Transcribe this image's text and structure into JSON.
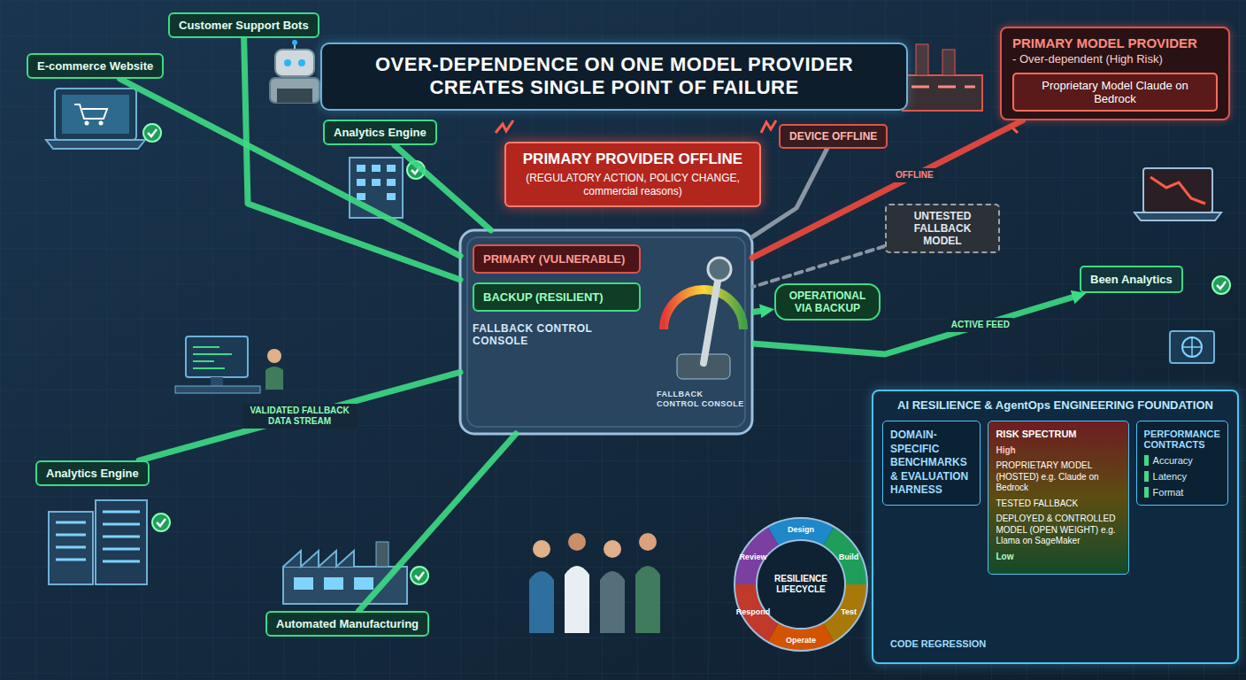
{
  "diagram": {
    "title": "OVER-DEPENDENCE ON ONE MODEL PROVIDER CREATES SINGLE POINT OF FAILURE",
    "nodes": [
      {
        "text": [
          "E-commerce Website"
        ]
      },
      {
        "text": [
          "Customer Support Bots"
        ]
      },
      {
        "text": [
          "Analytics Engine"
        ]
      },
      {
        "text": [
          "Analytics Engine"
        ]
      },
      {
        "text": [
          "Automated Manufacturing"
        ]
      },
      {
        "text": [
          "PRIMARY PROVIDER OFFLINE",
          "(REGULATORY ACTION, POLICY CHANGE, commercial reasons)"
        ]
      },
      {
        "text": [
          "FALLBACK CONTROL CONSOLE"
        ]
      },
      {
        "text": [
          "PRIMARY (VULNERABLE)"
        ],
        "in": 6
      },
      {
        "text": [
          "BACKUP (RESILIENT)"
        ],
        "in": 6
      },
      {
        "text": [
          "DEVICE OFFLINE"
        ]
      },
      {
        "text": [
          "PRIMARY MODEL PROVIDER",
          "- Over-dependent (High Risk)"
        ]
      },
      {
        "text": [
          "Proprietary Model Claude on Bedrock"
        ],
        "in": 10
      },
      {
        "text": [
          "UNTESTED FALLBACK MODEL"
        ]
      },
      {
        "text": [
          "OPERATIONAL VIA BACKUP"
        ]
      },
      {
        "text": [
          "Been Analytics"
        ]
      },
      {
        "text": [
          "AI RESILIENCE & AgentOps ENGINEERING FOUNDATION"
        ]
      },
      {
        "text": [
          "DOMAIN-SPECIFIC BENCHMARKS & EVALUATION HARNESS"
        ],
        "in": 15
      },
      {
        "text": [
          "RISK SPECTRUM",
          "High",
          "PROPRIETARY MODEL (HOSTED) e.g. Claude on Bedrock",
          "TESTED FALLBACK",
          "DEPLOYED & CONTROLLED MODEL (OPEN WEIGHT) e.g. Llama on SageMaker",
          "Low"
        ],
        "in": 15
      },
      {
        "text": [
          "PERFORMANCE CONTRACTS",
          "Accuracy",
          "Latency",
          "Format"
        ],
        "in": 15
      },
      {
        "text": [
          "RESILIENCE LIFECYCLE"
        ]
      }
    ],
    "edges": [
      {
        "from": 0,
        "to": 6,
        "arrow": "none"
      },
      {
        "from": 1,
        "to": 6,
        "arrow": "none"
      },
      {
        "from": 2,
        "to": 6,
        "arrow": "none"
      },
      {
        "from": 3,
        "to": 6,
        "arrow": "none",
        "label": "VALIDATED FALLBACK DATA STREAM"
      },
      {
        "from": 4,
        "to": 6,
        "arrow": "none"
      },
      {
        "from": 10,
        "to": 6,
        "arrow": "none",
        "label": "OFFLINE"
      },
      {
        "from": 9,
        "to": 6,
        "arrow": "none"
      },
      {
        "from": 12,
        "to": 6,
        "arrow": "none"
      },
      {
        "from": 6,
        "to": 13,
        "arrow": "to"
      },
      {
        "from": 6,
        "to": 14,
        "arrow": "to",
        "label": "ACTIVE FEED"
      }
    ],
    "labels": [
      "FALLBACK CONTROL CONSOLE",
      "CODE REGRESSION",
      "Design",
      "Build",
      "Test",
      "Operate",
      "Respond",
      "Review"
    ]
  }
}
